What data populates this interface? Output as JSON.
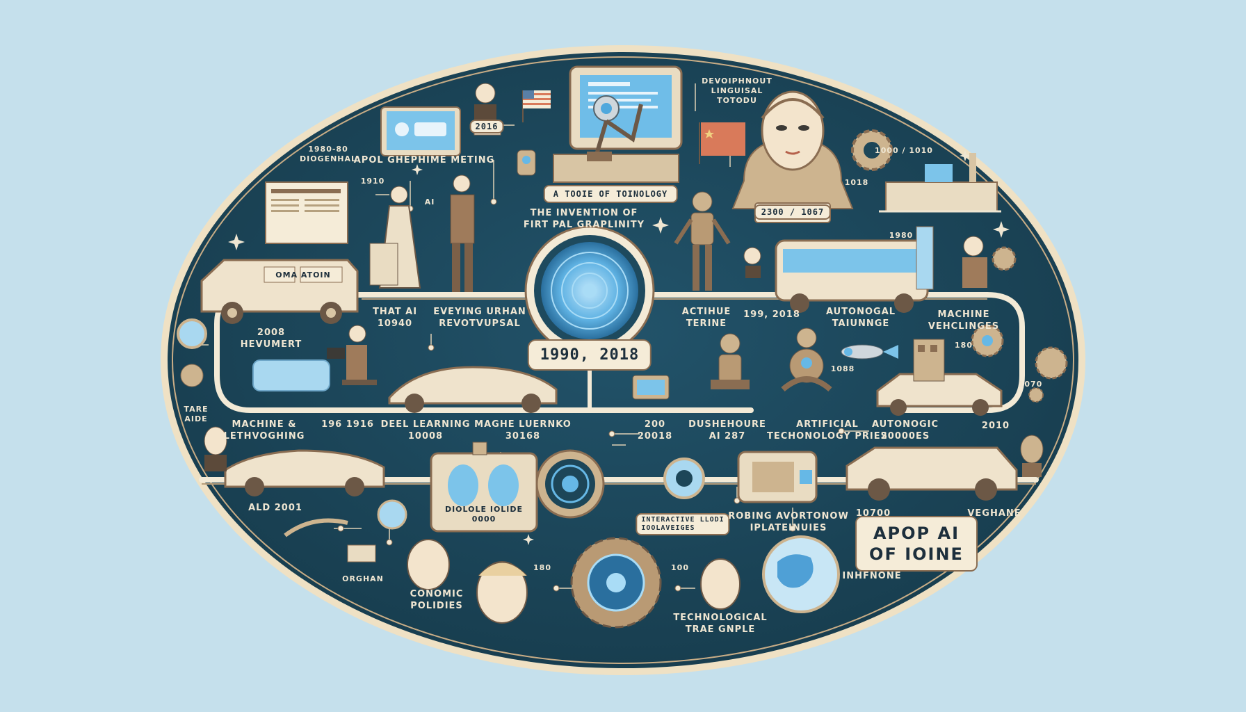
{
  "diagram": {
    "center_badge": "1990, 2018",
    "bottom_right_sign": "APOP AI\nOF IOINE",
    "labels": {
      "top_left_period": "1980-80\nDIOGENHAL",
      "apol_meeting": "APOL GHEPHIME METING",
      "badge_2016": "2016",
      "tool_of_technology": "A TOOIE OF TOINOLOGY",
      "development_linguistic": "DEVOIPHNOUT\nLINGUISAL\nTOTODU",
      "invention_first": "THE INVENTION OF\nFIRT PAL GRAPLINITY",
      "year_1910": "1910",
      "ai_tag": "AI",
      "portrait_date": "2300 / 1067",
      "year_1000": "1000 / 1010",
      "year_1018": "1018",
      "year_1980": "1980",
      "van_sign": "OMA   ATOIN",
      "that_ai": "THAT AI\n10940",
      "everyone_urban": "EVEYING URHAN\nREVOTVUPSAL",
      "active_terminal": "ACTIHUE\nTERINE",
      "year_1990_2018": "199, 2018",
      "autonomous_talking": "AUTONOGAL\nTAIUNNGE",
      "machine_vehicles": "MACHINE\nVEHCLINGES",
      "dev_2008": "2008\nHEVUMERT",
      "trade_age": "TARE\nAIDE",
      "year_1088": "1088",
      "year_180": "180",
      "machine_learning_tech": "MACHINE &\nLETHVOGHING",
      "year_1916": "196  1916",
      "deep_learning": "DEEL LEARNING\n10008",
      "machine_learning": "MAGHE LUERNKO\n30168",
      "year_2000": "200\n20018",
      "dushenome": "DUSHEHOURE\nAI  287",
      "artificial_technologies": "ARTIFICIAL\nTECHONOLOGY PRIES",
      "autonomous_2000": "AUTONOGIC\n20000ES",
      "year_2010": "2010",
      "year_1070": "1070",
      "ald_2001": "ALD 2001",
      "phone_screen": "DIOLOLE IOLIDE\n0000",
      "interactive_badge": "INTERACTIVE LLODI\nIOOLAVEIGES",
      "robotic_autonomy": "ROBING AVORTONOW\nIPLATEINUIES",
      "year_10700": "10700",
      "vehicle": "VEGHANE",
      "economic_policies": "CONOMIC\nPOLIDIES",
      "year_180b": "180",
      "year_100": "100",
      "technological_trade": "TECHNOLOGICAL\nTRAE GNPLE",
      "influence": "INHFNONE",
      "origin": "ORGHAN"
    }
  },
  "colors": {
    "background": "#c5e0ec",
    "oval_fill": "#1d4658",
    "oval_border": "#efe1c4",
    "track": "#f3ead6",
    "label_text": "#efe6d2",
    "accent_blue": "#66b8e6",
    "flag_red": "#d97a5a"
  },
  "icons": [
    "computer-icon",
    "robot-arm-icon",
    "usa-flag-icon",
    "china-flag-icon",
    "robot-head-icon",
    "van-icon",
    "bus-icon",
    "sports-car-icon",
    "sedan-icon",
    "suv-icon",
    "brain-scan-icon",
    "globe-icon",
    "gear-icon",
    "person-icon",
    "robot-icon",
    "document-icon",
    "phone-icon",
    "camera-lens-icon",
    "drone-icon"
  ]
}
